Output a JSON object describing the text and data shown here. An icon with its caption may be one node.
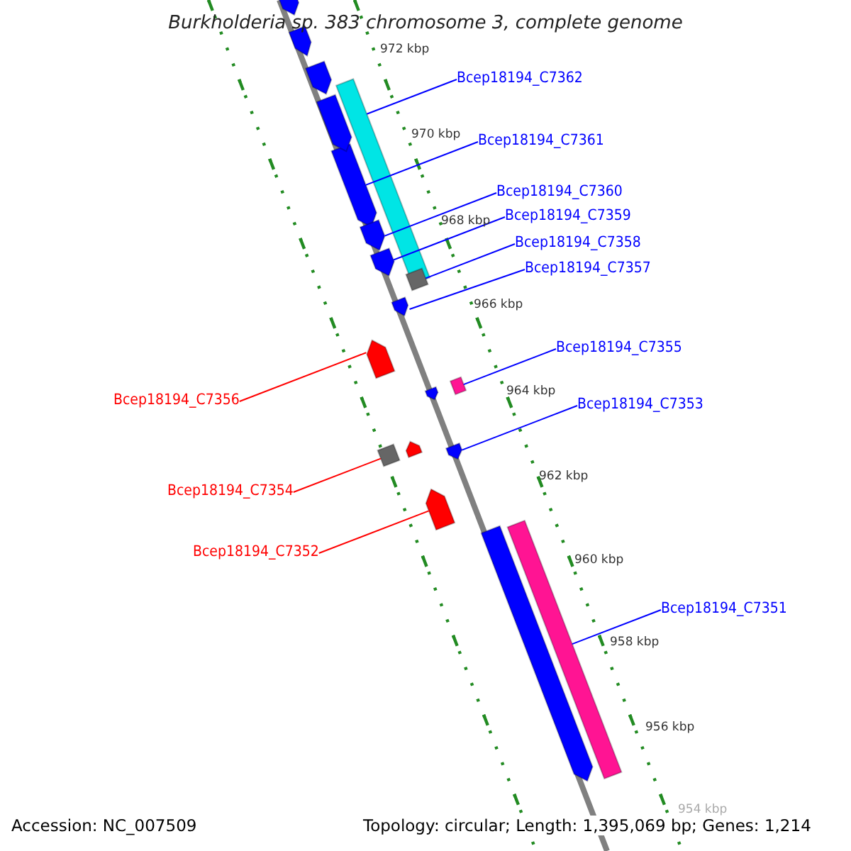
{
  "diagram": {
    "title": "Burkholderia sp. 383 chromosome 3, complete genome",
    "nodes": [
      {
        "text": [
          "Bcep18194_C7362"
        ]
      },
      {
        "text": [
          "Bcep18194_C7361"
        ]
      },
      {
        "text": [
          "Bcep18194_C7360"
        ]
      },
      {
        "text": [
          "Bcep18194_C7359"
        ]
      },
      {
        "text": [
          "Bcep18194_C7358"
        ]
      },
      {
        "text": [
          "Bcep18194_C7357"
        ]
      },
      {
        "text": [
          "Bcep18194_C7356"
        ]
      },
      {
        "text": [
          "Bcep18194_C7355"
        ]
      },
      {
        "text": [
          "Bcep18194_C7353"
        ]
      },
      {
        "text": [
          "Bcep18194_C7354"
        ]
      },
      {
        "text": [
          "Bcep18194_C7352"
        ]
      },
      {
        "text": [
          "Bcep18194_C7351"
        ]
      },
      {
        "text": [],
        "shape": "bar"
      },
      {
        "text": [],
        "shape": "pentagon"
      },
      {
        "text": [],
        "shape": "pentagon"
      },
      {
        "text": [],
        "shape": "pentagon"
      },
      {
        "text": [],
        "shape": "box"
      },
      {
        "text": [],
        "shape": "pentagon"
      },
      {
        "text": [],
        "shape": "pentagon"
      },
      {
        "text": [],
        "shape": "box"
      },
      {
        "text": [],
        "shape": "pentagon"
      },
      {
        "text": [],
        "shape": "box"
      },
      {
        "text": [],
        "shape": "pentagon"
      },
      {
        "text": [],
        "shape": "bar"
      },
      {
        "text": [],
        "shape": "pentagon"
      },
      {
        "text": [],
        "shape": "pentagon"
      },
      {
        "text": [],
        "shape": "pentagon"
      },
      {
        "text": [],
        "shape": "pentagon"
      },
      {
        "text": [],
        "shape": "pentagon"
      },
      {
        "text": [],
        "shape": "pentagon"
      },
      {
        "text": [],
        "shape": "pentagon"
      }
    ],
    "edges": [
      {
        "from": 0,
        "to": 12,
        "arrow": "none"
      },
      {
        "from": 1,
        "to": 13,
        "arrow": "none"
      },
      {
        "from": 2,
        "to": 14,
        "arrow": "none"
      },
      {
        "from": 3,
        "to": 15,
        "arrow": "none"
      },
      {
        "from": 4,
        "to": 16,
        "arrow": "none"
      },
      {
        "from": 5,
        "to": 17,
        "arrow": "none"
      },
      {
        "from": 6,
        "to": 18,
        "arrow": "none",
        "color": "#ff0000"
      },
      {
        "from": 7,
        "to": 19,
        "arrow": "none"
      },
      {
        "from": 8,
        "to": 20,
        "arrow": "none"
      },
      {
        "from": 9,
        "to": 21,
        "arrow": "none",
        "color": "#ff0000"
      },
      {
        "from": 10,
        "to": 22,
        "arrow": "none",
        "color": "#ff0000"
      },
      {
        "from": 11,
        "to": 23,
        "arrow": "none"
      }
    ],
    "labels": [
      "972 kbp",
      "970 kbp",
      "968 kbp",
      "966 kbp",
      "964 kbp",
      "962 kbp",
      "960 kbp",
      "958 kbp",
      "956 kbp",
      "954 kbp",
      "Accession: NC_007509",
      "Topology: circular; Length: 1,395,069 bp; Genes: 1,214"
    ]
  }
}
